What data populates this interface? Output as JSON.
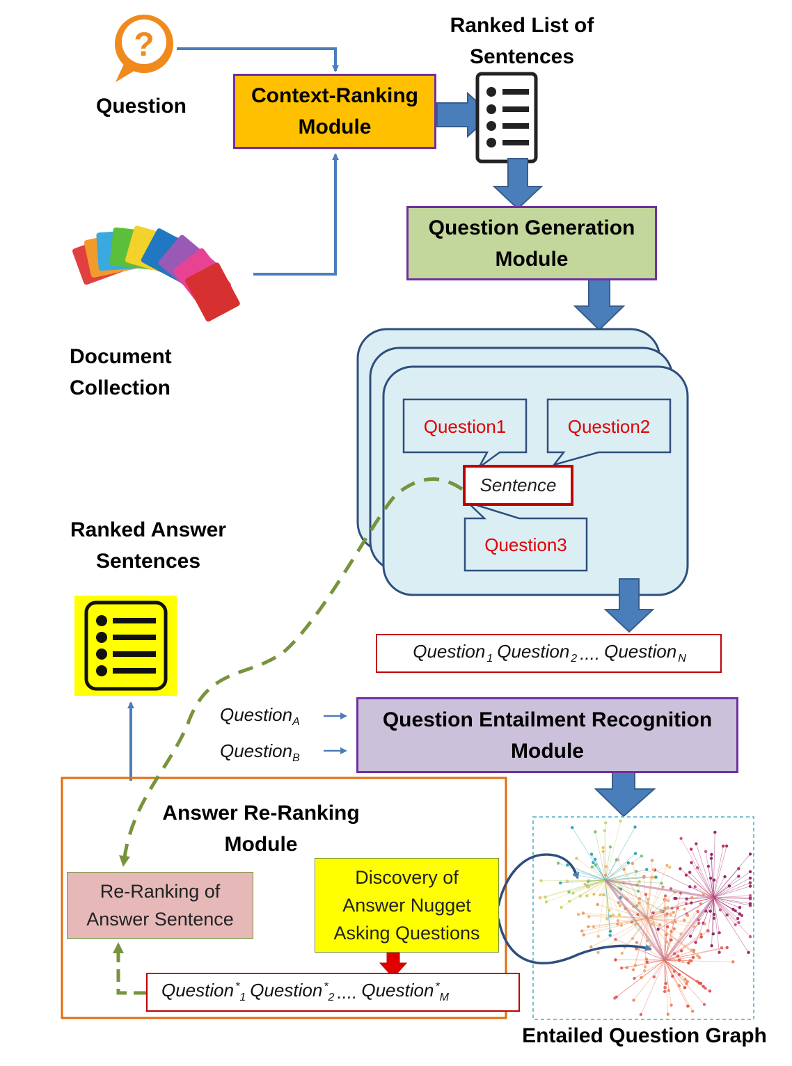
{
  "labels": {
    "question": "Question",
    "ranked_list": [
      "Ranked List of",
      "Sentences"
    ],
    "document_collection": [
      "Document",
      "Collection"
    ],
    "ranked_answer": [
      "Ranked Answer",
      "Sentences"
    ],
    "entailed_graph": "Entailed Question Graph"
  },
  "modules": {
    "context_ranking": [
      "Context-Ranking",
      "Module"
    ],
    "question_generation": [
      "Question Generation",
      "Module"
    ],
    "entailment": [
      "Question Entailment Recognition",
      "Module"
    ],
    "answer_reranking": [
      "Answer Re-Ranking",
      "Module"
    ],
    "reranking_sentence": [
      "Re-Ranking of",
      "Answer Sentence"
    ],
    "discovery": [
      "Discovery of",
      "Answer Nugget",
      "Asking Questions"
    ]
  },
  "stack": {
    "question1": "Question1",
    "question2": "Question2",
    "question3": "Question3",
    "sentence": "Sentence"
  },
  "sequence_n": {
    "word": "Question",
    "sub1": "1",
    "sub2": "2",
    "dots": "....",
    "subn": "N"
  },
  "inputs": {
    "a_word": "Question",
    "a_sub": "A",
    "b_word": "Question",
    "b_sub": "B"
  },
  "sequence_m": {
    "word": "Question",
    "star": "*",
    "sub1": "1",
    "sub2": "2",
    "dots": "....",
    "subm": "M"
  },
  "colors": {
    "arrow_blue": "#4a7ebb",
    "module_border": "#7030a0",
    "context_fill": "#ffc000",
    "generation_fill": "#c3d69b",
    "entailment_fill": "#ccc1da",
    "rerank_border": "#e46c0a",
    "rerank_fill": "#e6b9b8",
    "discovery_fill": "#ffff00",
    "dashed_green": "#77933c",
    "red_text": "#e00000"
  }
}
